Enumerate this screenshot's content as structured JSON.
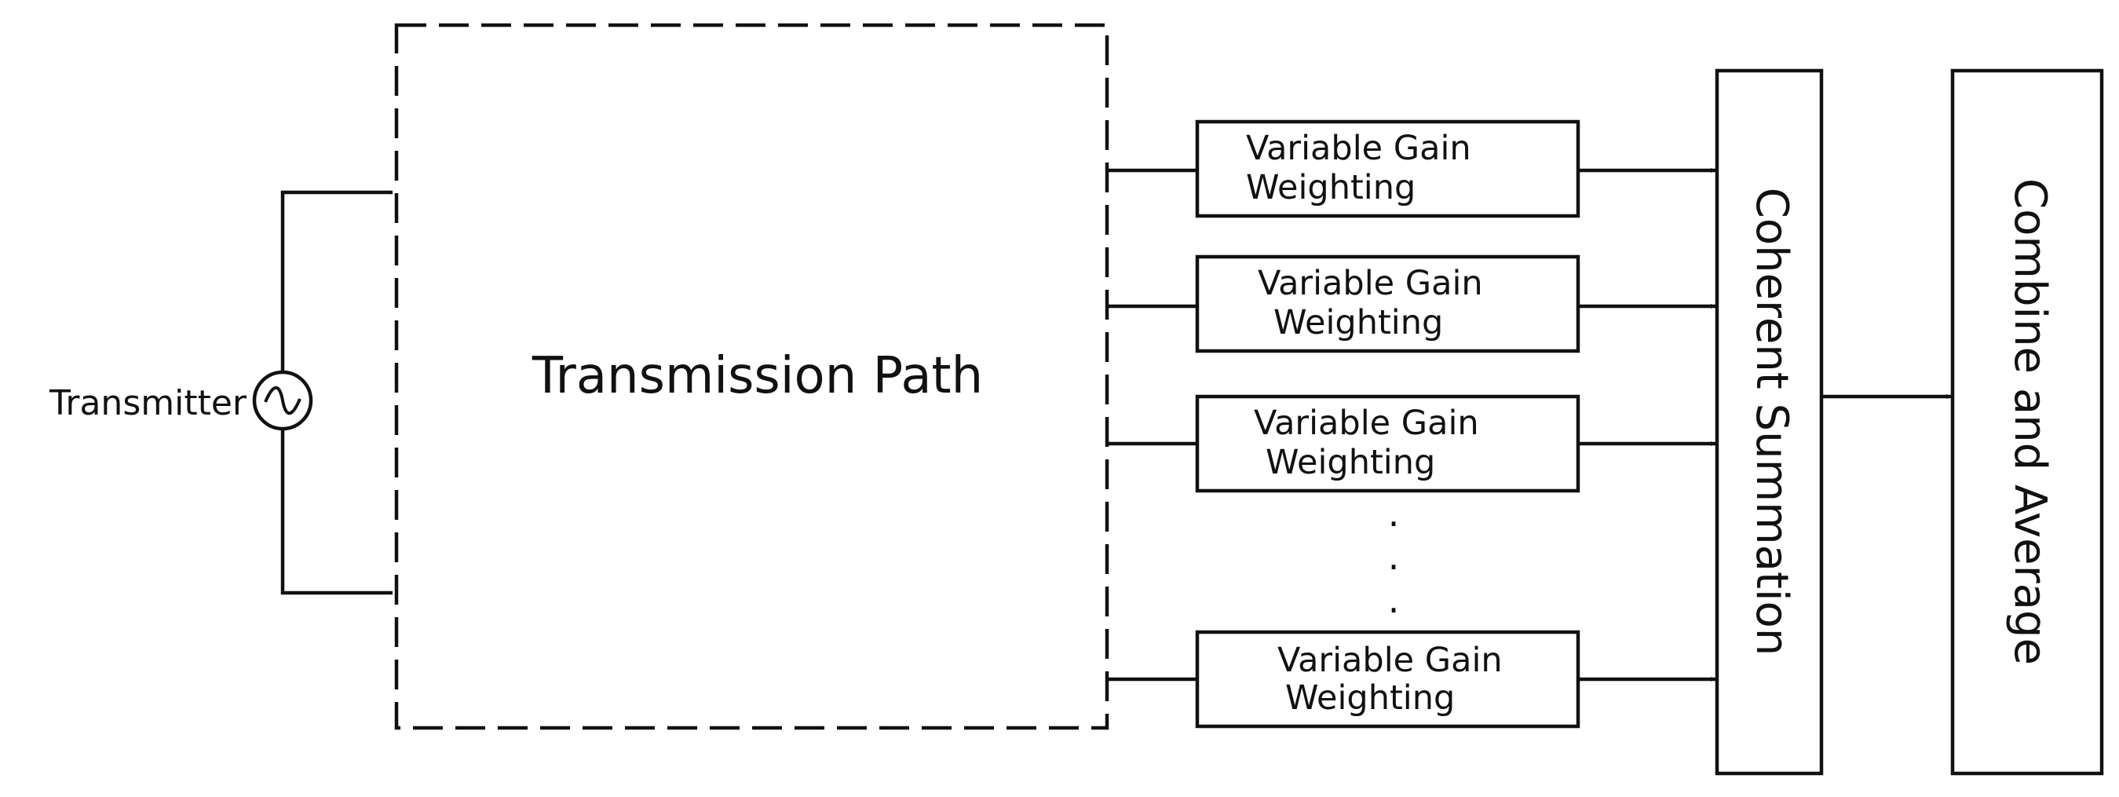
{
  "diagram": {
    "transmitter_label": "Transmitter",
    "transmission_path_label": "Transmission Path",
    "weighting_blocks": [
      {
        "line1": "Variable Gain",
        "line2": "Weighting"
      },
      {
        "line1": "Variable Gain",
        "line2": "Weighting"
      },
      {
        "line1": "Variable Gain",
        "line2": "Weighting"
      },
      {
        "line1": "Variable Gain",
        "line2": "Weighting"
      }
    ],
    "ellipsis_dots": [
      ".",
      ".",
      "."
    ],
    "coherent_summation_label": "Coherent Summation",
    "combine_average_label": "Combine and Average"
  }
}
